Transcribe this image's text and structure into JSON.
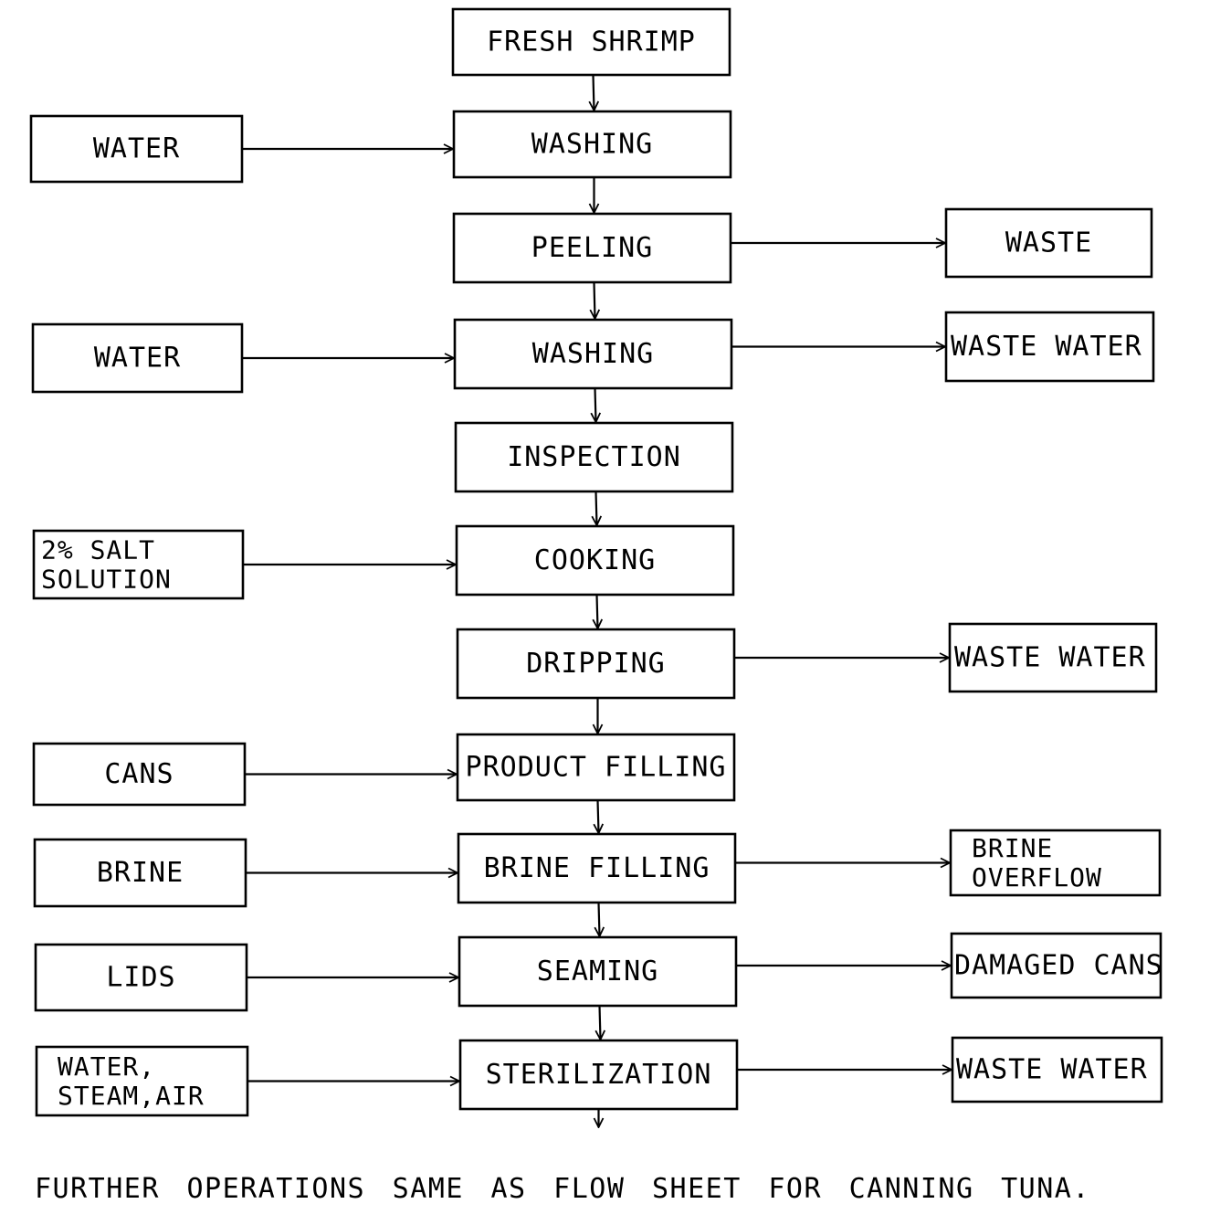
{
  "process": [
    {
      "id": "fresh-shrimp",
      "label": "FRESH  SHRIMP"
    },
    {
      "id": "washing-1",
      "label": "WASHING"
    },
    {
      "id": "peeling",
      "label": "PEELING"
    },
    {
      "id": "washing-2",
      "label": "WASHING"
    },
    {
      "id": "inspection",
      "label": "INSPECTION"
    },
    {
      "id": "cooking",
      "label": "COOKING"
    },
    {
      "id": "dripping",
      "label": "DRIPPING"
    },
    {
      "id": "product-filling",
      "label": "PRODUCT  FILLING"
    },
    {
      "id": "brine-filling",
      "label": "BRINE  FILLING"
    },
    {
      "id": "seaming",
      "label": "SEAMING"
    },
    {
      "id": "sterilization",
      "label": "STERILIZATION"
    }
  ],
  "inputs": [
    {
      "id": "input-water-1",
      "lines": [
        "WATER"
      ],
      "target": "washing-1"
    },
    {
      "id": "input-water-2",
      "lines": [
        "WATER"
      ],
      "target": "washing-2"
    },
    {
      "id": "input-salt-solution",
      "lines": [
        "2% SALT",
        "SOLUTION"
      ],
      "target": "cooking"
    },
    {
      "id": "input-cans",
      "lines": [
        "CANS"
      ],
      "target": "product-filling"
    },
    {
      "id": "input-brine",
      "lines": [
        "BRINE"
      ],
      "target": "brine-filling"
    },
    {
      "id": "input-lids",
      "lines": [
        "LIDS"
      ],
      "target": "seaming"
    },
    {
      "id": "input-water-steam-air",
      "lines": [
        "WATER,",
        "STEAM,AIR"
      ],
      "target": "sterilization"
    }
  ],
  "outputs": [
    {
      "id": "output-waste",
      "lines": [
        "WASTE"
      ],
      "source": "peeling"
    },
    {
      "id": "output-waste-water-1",
      "lines": [
        "WASTE WATER"
      ],
      "source": "washing-2"
    },
    {
      "id": "output-waste-water-2",
      "lines": [
        "WASTE WATER"
      ],
      "source": "dripping"
    },
    {
      "id": "output-brine-overflow",
      "lines": [
        "BRINE",
        "OVERFLOW"
      ],
      "source": "brine-filling"
    },
    {
      "id": "output-damaged-cans",
      "lines": [
        "DAMAGED CANS"
      ],
      "source": "seaming"
    },
    {
      "id": "output-waste-water-3",
      "lines": [
        "WASTE  WATER"
      ],
      "source": "sterilization"
    }
  ],
  "footer": "FURTHER  OPERATIONS  SAME AS FLOW SHEET  FOR  CANNING  TUNA."
}
